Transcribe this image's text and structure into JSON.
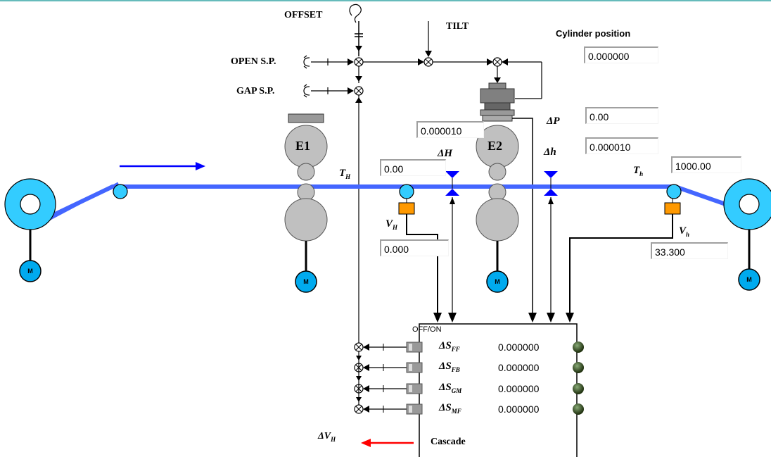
{
  "labels": {
    "offset": "OFFSET",
    "tilt": "TILT",
    "open_sp": "OPEN S.P.",
    "gap_sp": "GAP S.P.",
    "cylinder_position": "Cylinder position",
    "cascade": "Cascade",
    "off_on": "OFF/ON"
  },
  "rolls": {
    "entry": "E1",
    "exit": "E2"
  },
  "motor_label": "M",
  "symbols": {
    "delta_p": "ΔP",
    "delta_h_upper": "ΔH",
    "delta_h_lower": "Δh",
    "t_entry": "T",
    "t_entry_sub": "H",
    "t_exit": "T",
    "t_exit_sub": "h",
    "v_entry": "V",
    "v_entry_sub": "H",
    "v_exit": "V",
    "v_exit_sub": "h",
    "delta_v_h": "ΔV",
    "delta_v_h_sub": "H"
  },
  "fields": {
    "cylinder_position": "0.000000",
    "gap_value": "0.000010",
    "delta_p_value": "0.00",
    "delta_h_value": "0.000010",
    "entry_tension": "0.00",
    "exit_tension": "1000.00",
    "entry_speed": "0.000",
    "exit_speed": "33.300"
  },
  "outputs": [
    {
      "symbol": "ΔS",
      "sub": "FF",
      "value": "0.000000"
    },
    {
      "symbol": "ΔS",
      "sub": "FB",
      "value": "0.000000"
    },
    {
      "symbol": "ΔS",
      "sub": "GM",
      "value": "0.000000"
    },
    {
      "symbol": "ΔS",
      "sub": "MF",
      "value": "0.000000"
    }
  ],
  "colors": {
    "strip": "#4466ff",
    "arrow_blue": "#0000ff",
    "arrow_red": "#ff0000",
    "reel": "#33ccff",
    "roll_gray": "#c0c0c0",
    "sensor_orange": "#ff9900",
    "led_green": "#335522"
  }
}
